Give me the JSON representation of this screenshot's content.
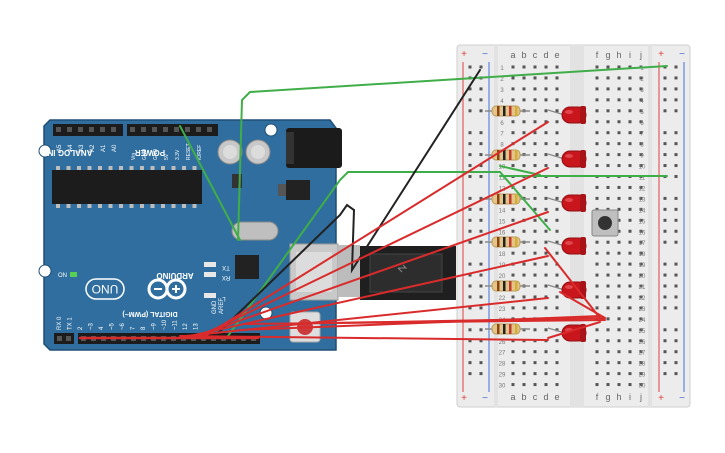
{
  "board": {
    "brand": "ARDUINO",
    "model": "UNO",
    "analog_header_label": "ANALOG IN",
    "power_header_label": "POWER",
    "digital_header_label": "DIGITAL (PWM~)",
    "on_label": "ON",
    "tx_label": "TX",
    "rx_label": "RX",
    "l_label": "L",
    "analog_pins": [
      "A5",
      "A4",
      "A3",
      "A2",
      "A1",
      "A0"
    ],
    "power_pins": [
      "Vin",
      "GND",
      "GND",
      "5V",
      "3.3V",
      "RESET",
      "IOREF"
    ],
    "digital_pins": [
      "13",
      "12",
      "~11",
      "~10",
      "~9",
      "8",
      "7",
      "~6",
      "~5",
      "4",
      "~3",
      "2",
      "TX 1",
      "RX 0"
    ],
    "aref_label": "AREF",
    "gnd_label": "GND"
  },
  "breadboard": {
    "plus_label": "+",
    "minus_label": "−",
    "columns_left": [
      "a",
      "b",
      "c",
      "d",
      "e"
    ],
    "columns_right": [
      "f",
      "g",
      "h",
      "i",
      "j"
    ],
    "rows": [
      "1",
      "2",
      "3",
      "4",
      "5",
      "6",
      "7",
      "8",
      "9",
      "10",
      "11",
      "12",
      "13",
      "14",
      "15",
      "16",
      "17",
      "18",
      "19",
      "20",
      "21",
      "22",
      "23",
      "24",
      "25",
      "26",
      "27",
      "28",
      "29",
      "30"
    ]
  },
  "components": {
    "led_count": "6",
    "resistor_count": "6",
    "pushbutton_count": "1"
  },
  "colors": {
    "board_blue": "#2f6e9e",
    "board_edge": "#1f4f75",
    "wire_red": "#d92b2b",
    "wire_green": "#3fae49",
    "wire_black": "#222222",
    "led_red": "#c9161c",
    "breadboard": "#ececec",
    "rail_red": "#e04040",
    "rail_blue": "#3f6fd6"
  }
}
